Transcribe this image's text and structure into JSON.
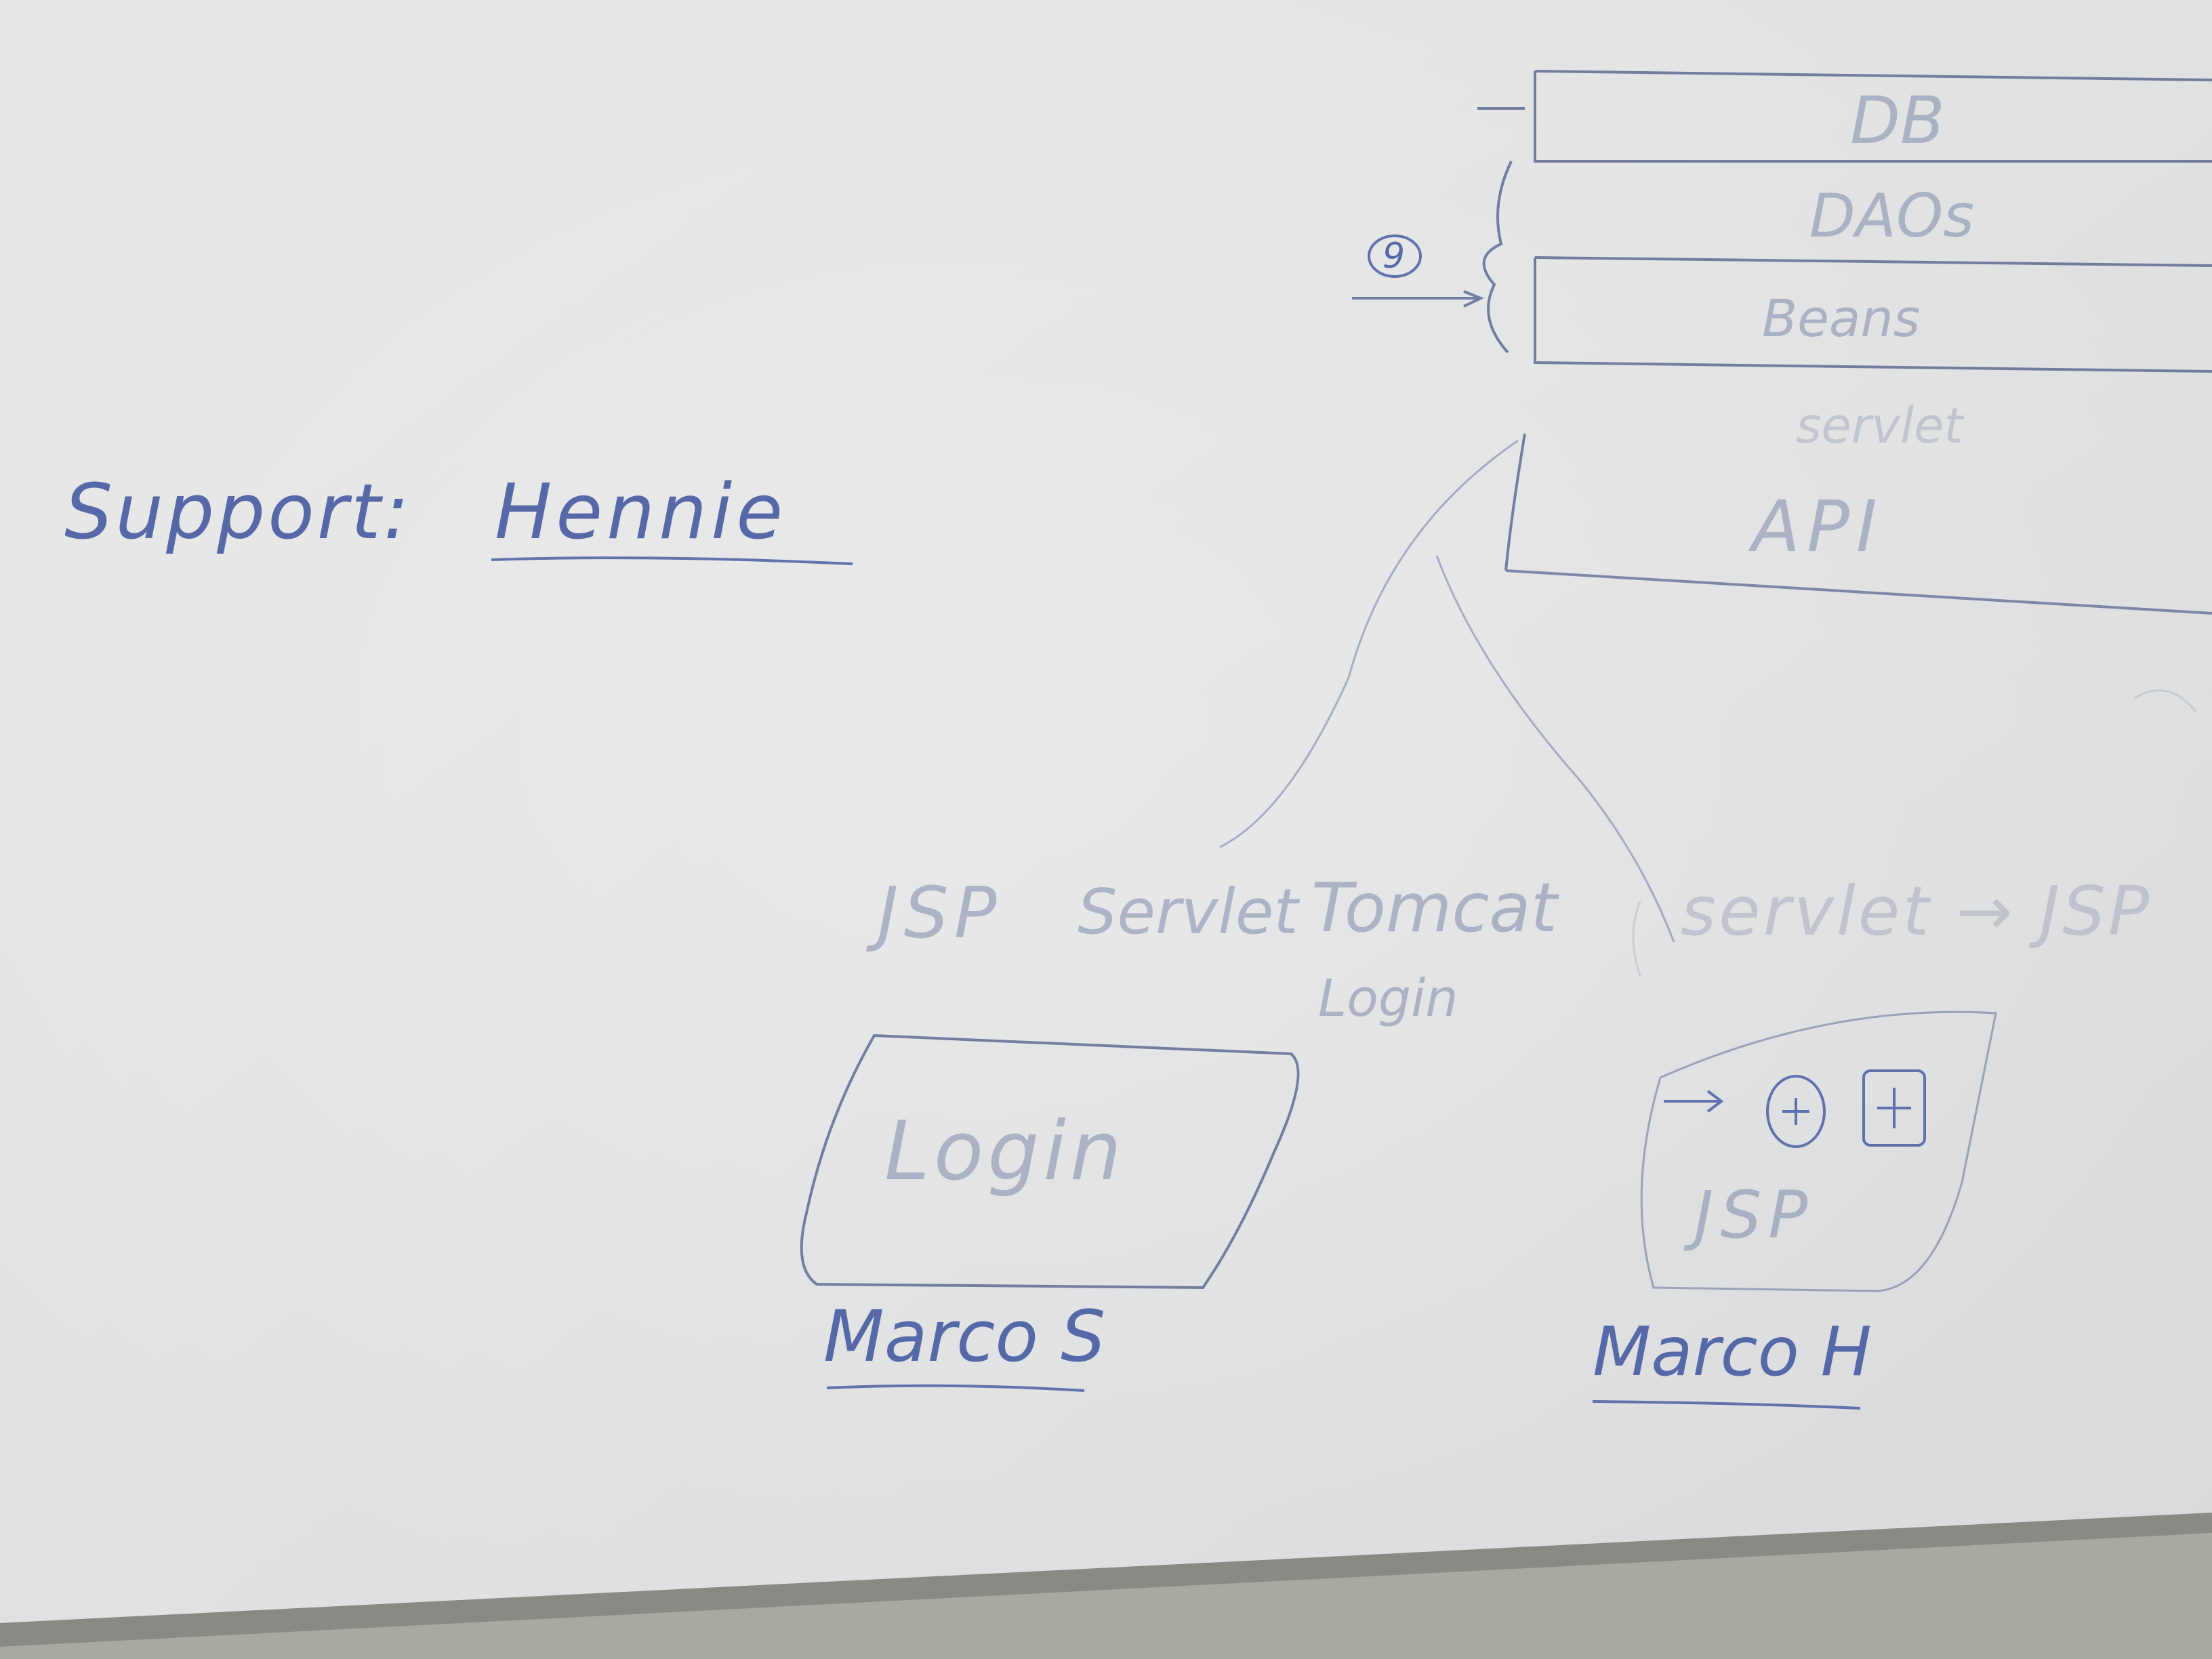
{
  "whiteboard": {
    "support": {
      "label": "Support:",
      "name": "Hennie"
    },
    "layer_stack": {
      "layers": [
        "DB",
        "DAOs",
        "Beans",
        "servlet",
        "API"
      ],
      "badge_number": "9"
    },
    "tech_list": {
      "items": [
        "JSP",
        "Servlet",
        "Tomcat"
      ],
      "sub_item": "Login"
    },
    "flow_note": "servlet → JSP",
    "left_box": {
      "label": "Login",
      "owner": "Marco S"
    },
    "right_box": {
      "label": "JSP",
      "owner": "Marco H"
    }
  }
}
